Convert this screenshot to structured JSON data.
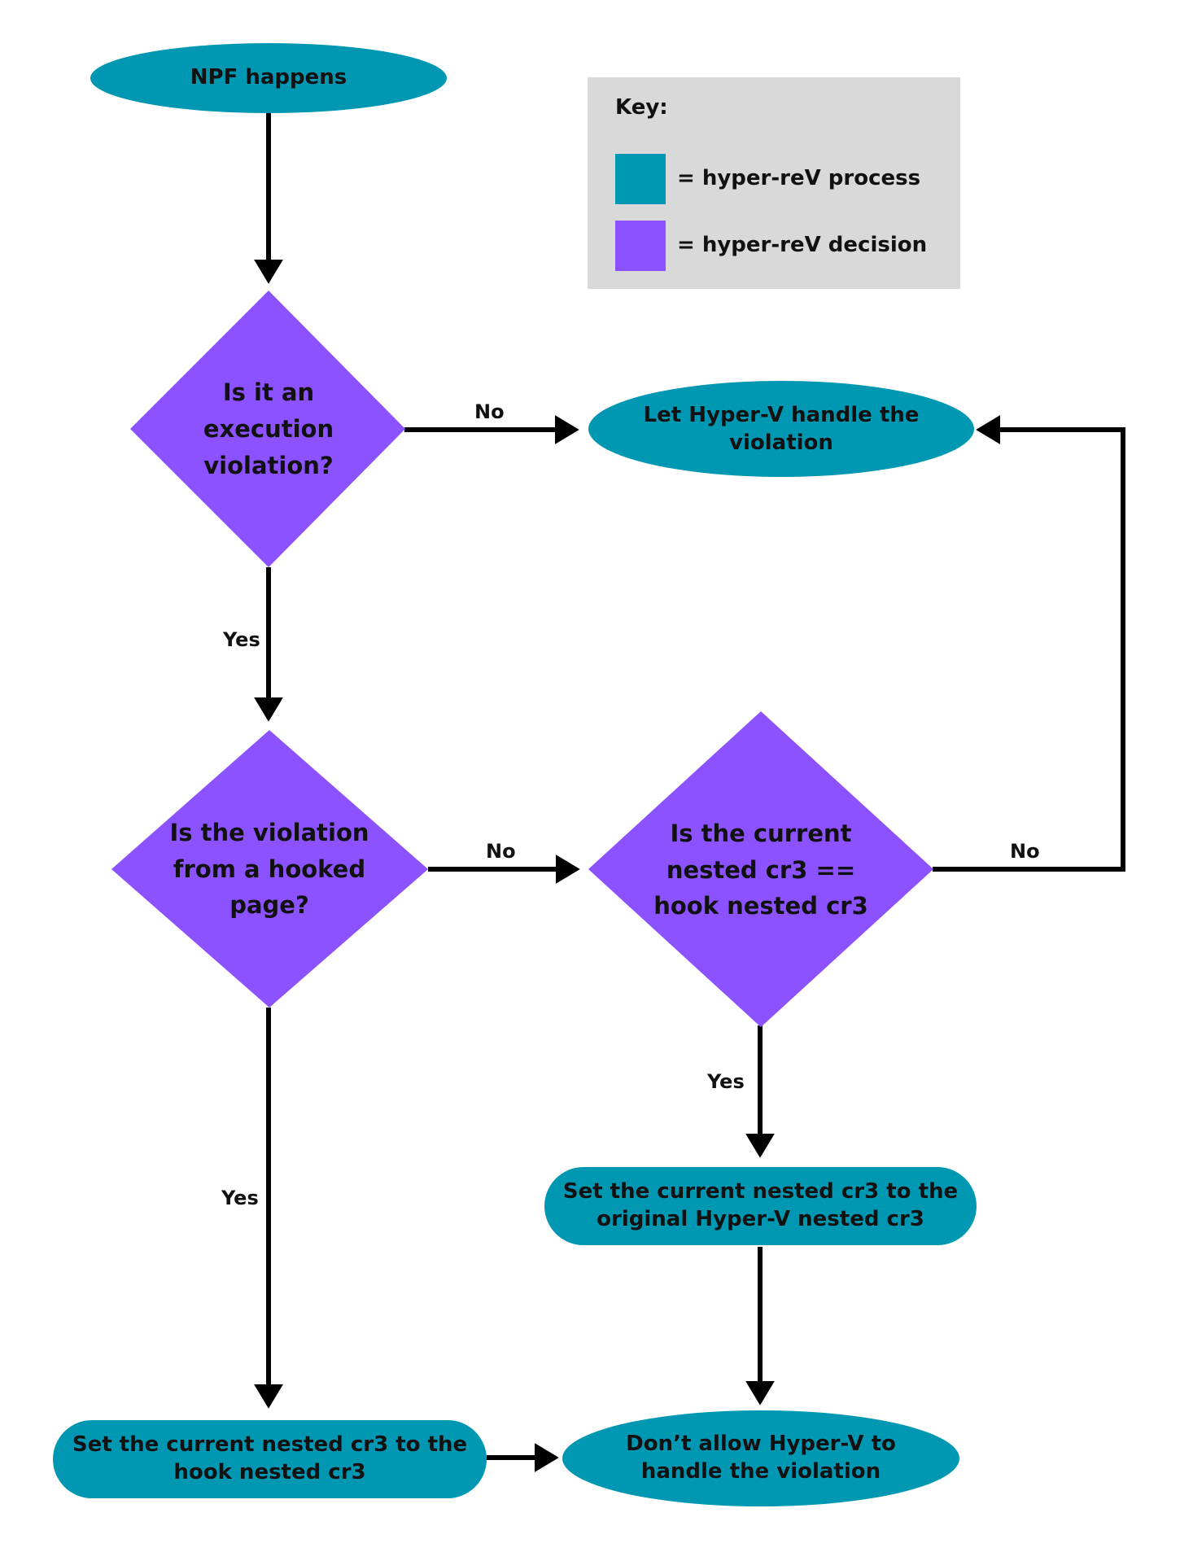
{
  "colors": {
    "process": "#0097b2",
    "decision": "#8c52ff",
    "key_bg": "#d9d9d9",
    "arrow": "#000000"
  },
  "key": {
    "title": "Key:",
    "process_label": "= hyper-reV process",
    "decision_label": "= hyper-reV decision"
  },
  "nodes": {
    "start": "NPF happens",
    "q_exec": "Is it an\nexecution\nviolation?",
    "let_hv": "Let Hyper-V handle the\nviolation",
    "q_hooked": "Is the violation\nfrom a hooked\npage?",
    "q_cr3": "Is the current\nnested cr3 ==\nhook nested cr3",
    "set_orig": "Set the current nested cr3 to the\noriginal Hyper-V nested cr3",
    "set_hook": "Set the current nested cr3 to the\nhook nested cr3",
    "dont_allow": "Don’t allow Hyper-V to\nhandle the violation"
  },
  "edges": {
    "exec_no": "No",
    "exec_yes": "Yes",
    "hooked_no": "No",
    "hooked_yes": "Yes",
    "cr3_no": "No",
    "cr3_yes": "Yes"
  }
}
